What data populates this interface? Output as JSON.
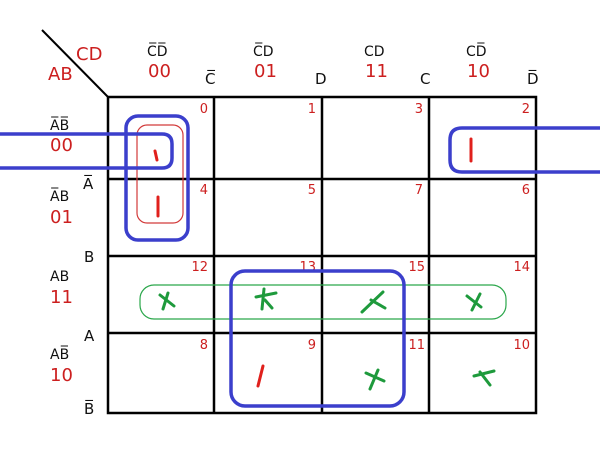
{
  "corner": {
    "top_label": "CD",
    "left_label": "AB"
  },
  "columns": [
    {
      "pair": "C̅D̅",
      "code": "00"
    },
    {
      "pair": "C̅D",
      "code": "01"
    },
    {
      "pair": "CD",
      "code": "11"
    },
    {
      "pair": "CD̅",
      "code": "10"
    }
  ],
  "rows": [
    {
      "pair": "A̅B̅",
      "code": "00"
    },
    {
      "pair": "A̅B",
      "code": "01"
    },
    {
      "pair": "AB",
      "code": "11"
    },
    {
      "pair": "AB̅",
      "code": "10"
    }
  ],
  "axis_marks": {
    "top": [
      "C̅",
      "D",
      "C",
      "D̅"
    ],
    "left": [
      "A̅",
      "B",
      "A",
      "B̅"
    ]
  },
  "cell_numbers": [
    [
      "0",
      "1",
      "3",
      "2"
    ],
    [
      "4",
      "5",
      "7",
      "6"
    ],
    [
      "12",
      "13",
      "15",
      "14"
    ],
    [
      "8",
      "9",
      "11",
      "10"
    ]
  ],
  "cell_values": [
    [
      "1",
      "",
      "",
      "1"
    ],
    [
      "1",
      "",
      "",
      ""
    ],
    [
      "x",
      "x",
      "x",
      "x"
    ],
    [
      "",
      "1",
      "x",
      "x"
    ]
  ],
  "colors": {
    "grid": "#000000",
    "label_red": "#cc1f1f",
    "one_mark": "#e0201c",
    "dontcare_mark": "#1e9a3c",
    "group_blue": "#3b3fcc",
    "group_red": "#d23a3a",
    "group_green": "#2aa64a"
  }
}
